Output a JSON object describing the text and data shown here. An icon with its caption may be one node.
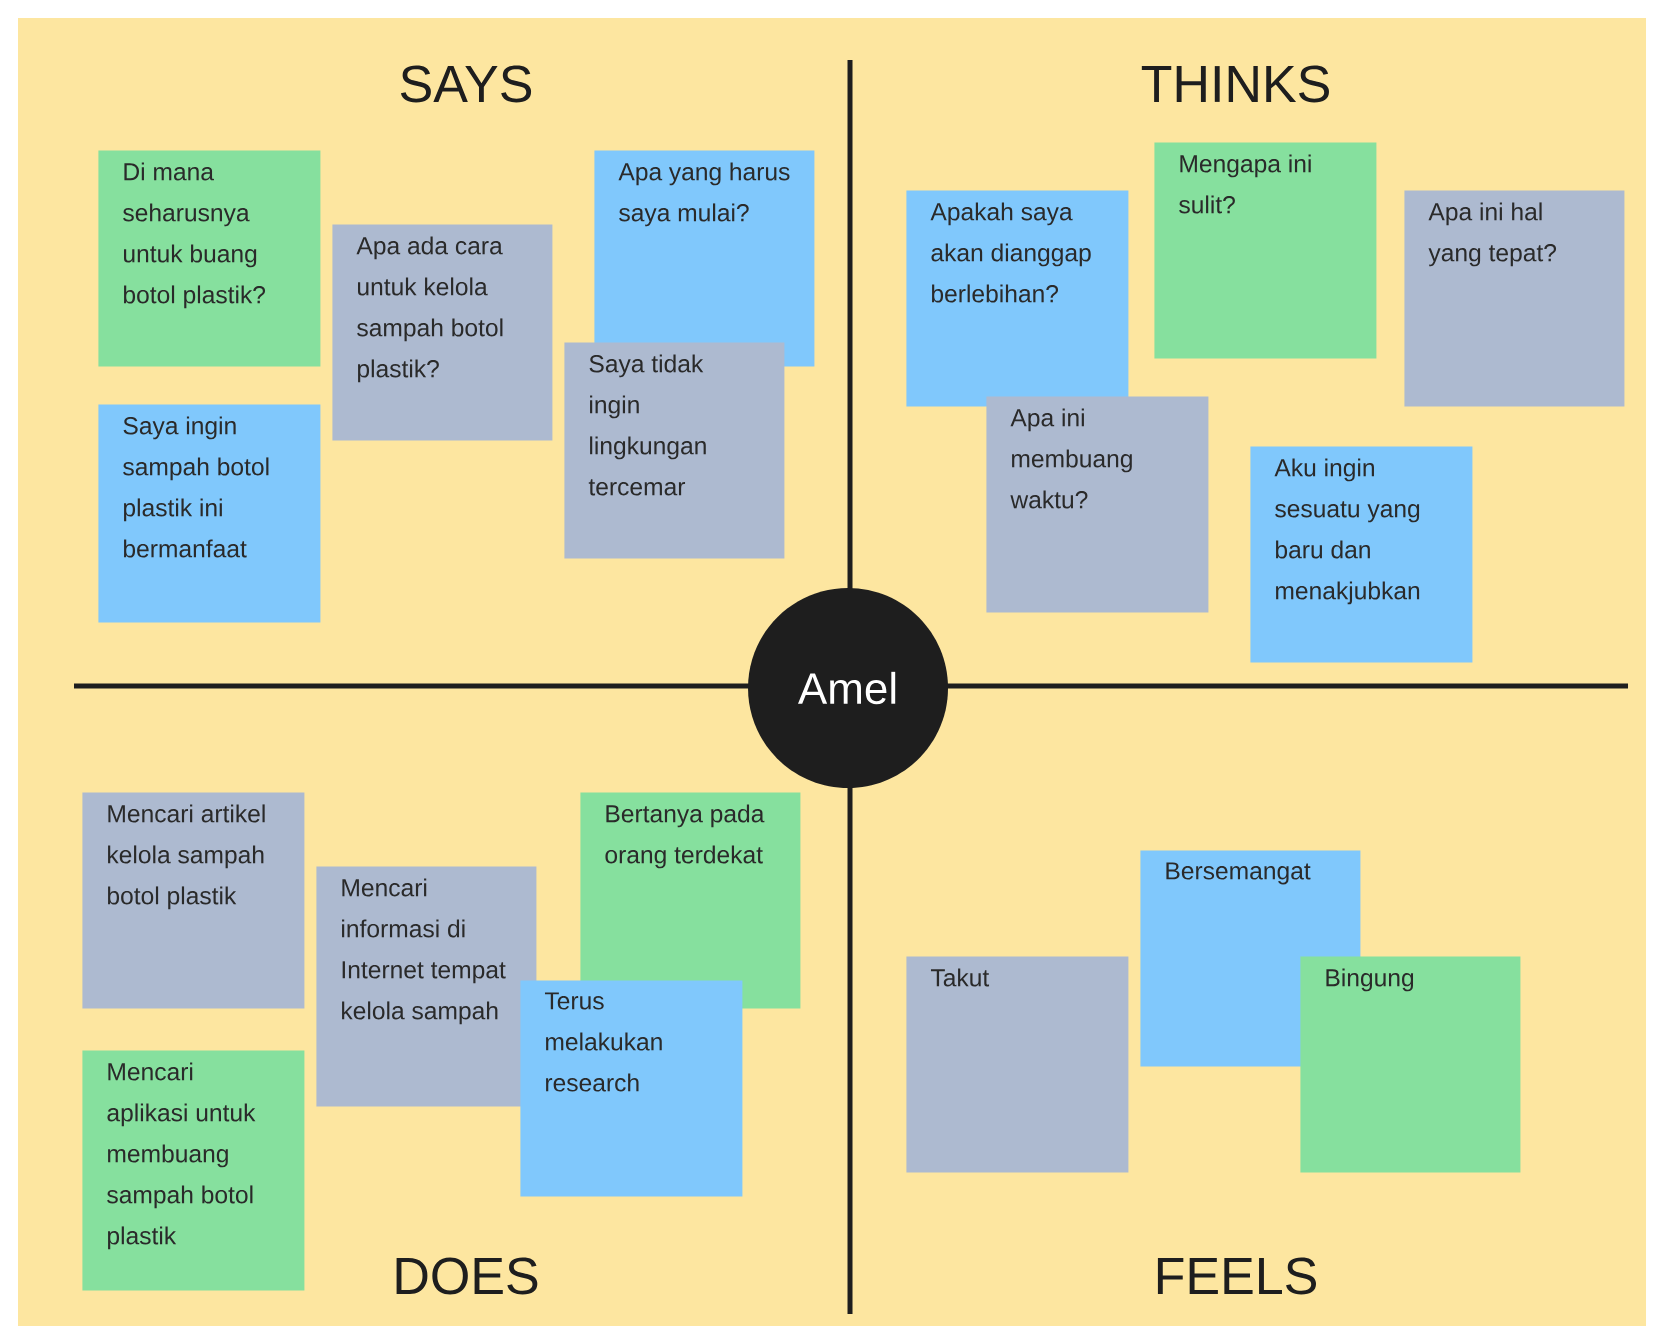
{
  "diagram": {
    "nodes": [
      {
        "text": [
          "Di mana seharusnya untuk buang botol plastik?"
        ]
      },
      {
        "text": [
          "Apa ada cara untuk kelola sampah botol plastik?"
        ]
      },
      {
        "text": [
          "Apa yang harus saya mulai?"
        ]
      },
      {
        "text": [
          "Saya tidak ingin lingkungan tercemar"
        ]
      },
      {
        "text": [
          "Saya ingin sampah botol plastik ini bermanfaat"
        ]
      },
      {
        "text": [
          "Apakah saya akan dianggap berlebihan?"
        ]
      },
      {
        "text": [
          "Mengapa ini sulit?"
        ]
      },
      {
        "text": [
          "Apa ini hal yang tepat?"
        ]
      },
      {
        "text": [
          "Apa ini membuang waktu?"
        ]
      },
      {
        "text": [
          "Aku ingin sesuatu yang baru dan menakjubkan"
        ]
      },
      {
        "text": [
          "Amel"
        ]
      },
      {
        "text": [
          "Mencari artikel kelola sampah botol plastik"
        ]
      },
      {
        "text": [
          "Mencari informasi di Internet tempat kelola sampah"
        ]
      },
      {
        "text": [
          "Bertanya pada orang terdekat"
        ]
      },
      {
        "text": [
          "Terus melakukan research"
        ]
      },
      {
        "text": [
          "Mencari aplikasi untuk membuang sampah botol plastik"
        ]
      },
      {
        "text": [
          "Takut"
        ]
      },
      {
        "text": [
          "Bersemangat"
        ]
      },
      {
        "text": [
          "Bingung"
        ]
      }
    ],
    "labels": [
      "SAYS",
      "THINKS",
      "DOES",
      "FEELS"
    ]
  }
}
